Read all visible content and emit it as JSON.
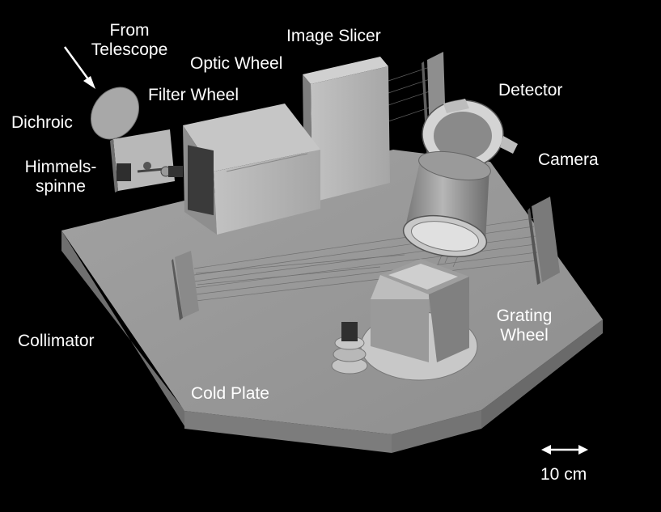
{
  "labels": {
    "from_telescope": [
      "From",
      "Telescope"
    ],
    "image_slicer": "Image Slicer",
    "optic_wheel": "Optic Wheel",
    "filter_wheel": "Filter Wheel",
    "dichroic": "Dichroic",
    "himmelsspinne": [
      "Himmels-",
      "spinne"
    ],
    "detector": "Detector",
    "camera": "Camera",
    "grating_wheel": [
      "Grating",
      "Wheel"
    ],
    "collimator": "Collimator",
    "cold_plate": "Cold Plate",
    "scale_bar": "10 cm"
  },
  "colors": {
    "background": "#000000",
    "label_text": "#ffffff",
    "plate_top": "#9a9a9a",
    "plate_side": "#7c7c7c",
    "component_light": "#b4b4b4",
    "component_dark": "#6a6a6a"
  }
}
